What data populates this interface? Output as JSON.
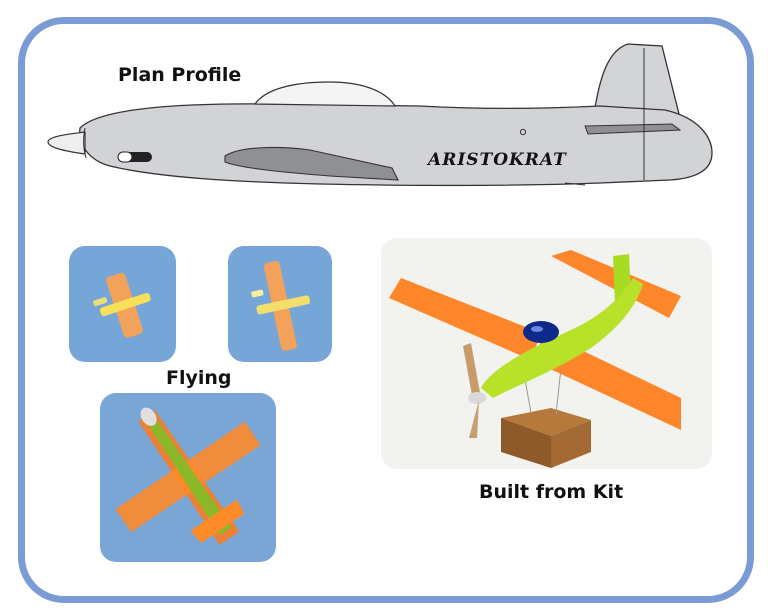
{
  "labels": {
    "plan_profile": "Plan Profile",
    "aircraft_name": "ARISTOKRAT",
    "flying": "Flying",
    "built_from_kit": "Built from Kit"
  },
  "colors": {
    "frame_border": "#7b9bd6",
    "sky": "#76a6d8",
    "fuselage": "#d2d3d6",
    "wing_orange": "#ff7f1a",
    "fuselage_green": "#b6e62a"
  }
}
